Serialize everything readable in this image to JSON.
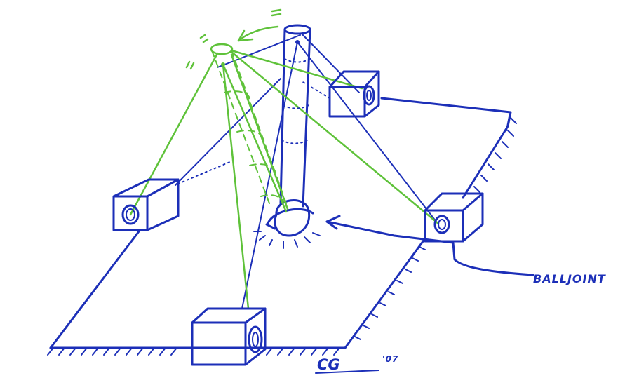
{
  "labels": {
    "balljoint": "BALLJOINT",
    "signature": "CG",
    "year": "'07"
  },
  "colors": {
    "blue_ink": "#1c2fb8",
    "green_ink": "#5fc23a",
    "paper": "#ffffff"
  }
}
